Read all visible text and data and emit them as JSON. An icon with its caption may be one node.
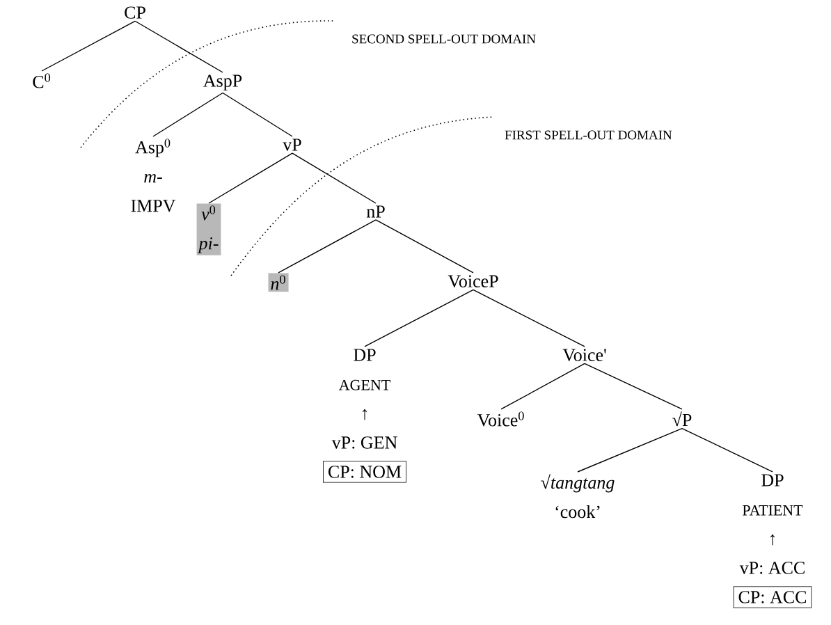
{
  "diagram": {
    "nodes": [
      {
        "text": [
          "CP"
        ]
      },
      {
        "text": [
          "C$^{0}$"
        ]
      },
      {
        "text": [
          "AspP"
        ]
      },
      {
        "text": [
          "Asp$^{0}$",
          "m-",
          "IMPV"
        ]
      },
      {
        "text": [
          "vP"
        ]
      },
      {
        "text": [
          "*v*$^{0}$",
          "pi-"
        ]
      },
      {
        "text": [
          "nP"
        ]
      },
      {
        "text": [
          "*n*$^{0}$"
        ]
      },
      {
        "text": [
          "VoiceP"
        ]
      },
      {
        "text": [
          "DP",
          "AGENT",
          "↑",
          "vP: GEN",
          "CP: NOM"
        ]
      },
      {
        "text": [
          "Voice'"
        ]
      },
      {
        "text": [
          "Voice$^{0}$"
        ]
      },
      {
        "text": [
          "√P"
        ]
      },
      {
        "text": [
          "√*tangtang*",
          "‘cook’"
        ]
      },
      {
        "text": [
          "DP",
          "PATIENT",
          "↑",
          "vP: ACC",
          "CP: ACC"
        ]
      }
    ],
    "edges": [
      {
        "from": 0,
        "to": 1,
        "arrow": "none"
      },
      {
        "from": 0,
        "to": 2,
        "arrow": "none"
      },
      {
        "from": 2,
        "to": 3,
        "arrow": "none"
      },
      {
        "from": 2,
        "to": 4,
        "arrow": "none"
      },
      {
        "from": 4,
        "to": 5,
        "arrow": "none"
      },
      {
        "from": 4,
        "to": 6,
        "arrow": "none"
      },
      {
        "from": 6,
        "to": 7,
        "arrow": "none"
      },
      {
        "from": 6,
        "to": 8,
        "arrow": "none"
      },
      {
        "from": 8,
        "to": 9,
        "arrow": "none"
      },
      {
        "from": 8,
        "to": 10,
        "arrow": "none"
      },
      {
        "from": 10,
        "to": 11,
        "arrow": "none"
      },
      {
        "from": 10,
        "to": 12,
        "arrow": "none"
      },
      {
        "from": 12,
        "to": 13,
        "arrow": "none"
      },
      {
        "from": 12,
        "to": 14,
        "arrow": "none"
      }
    ],
    "labels": [
      "SECOND SPELL-OUT DOMAIN",
      "FIRST SPELL-OUT DOMAIN"
    ]
  }
}
